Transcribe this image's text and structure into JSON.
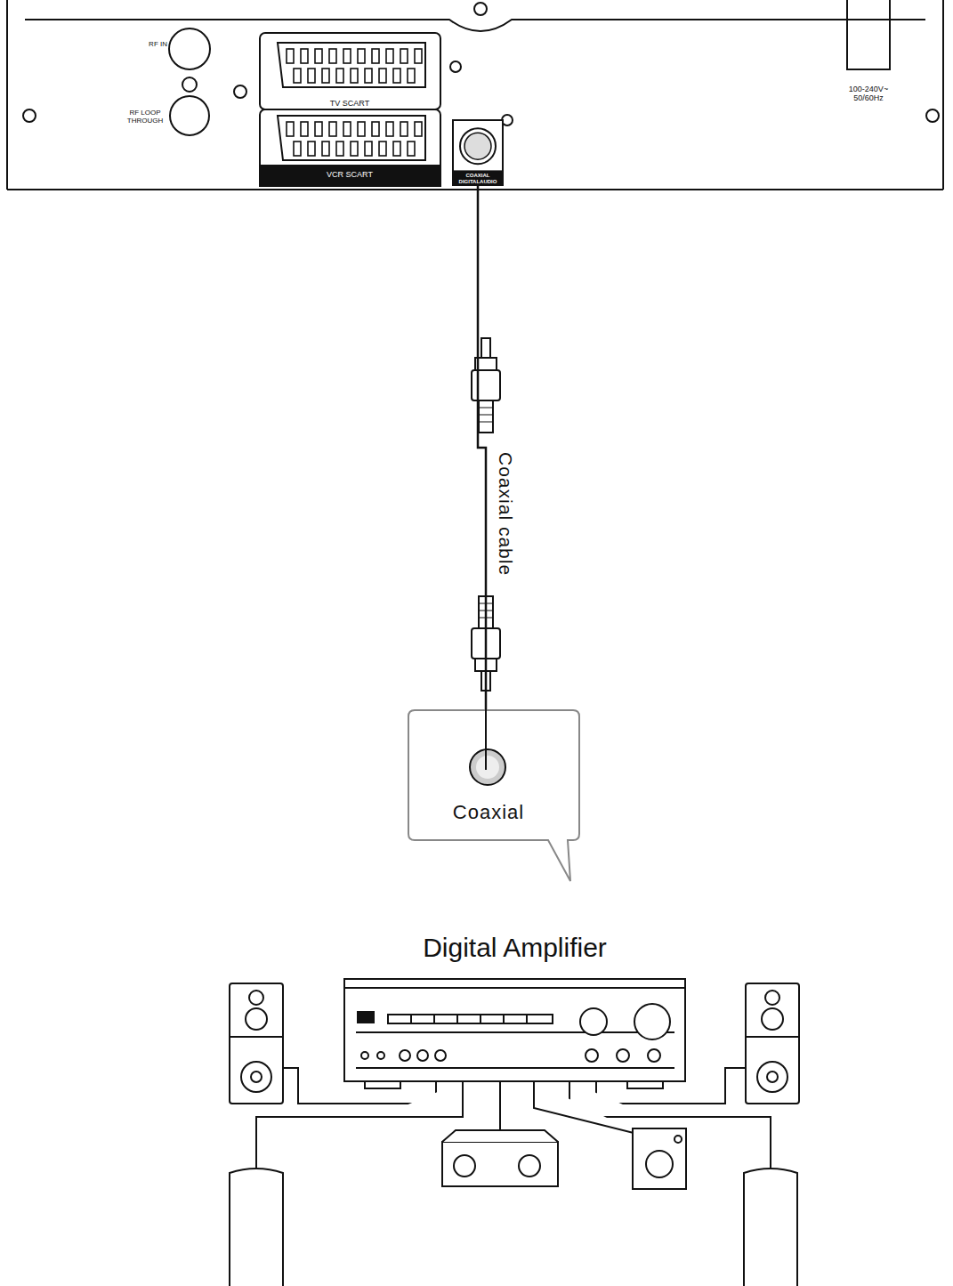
{
  "diagram": {
    "nodes": [
      {
        "text": [
          "COAXIAL DIGITALAUDIO"
        ]
      },
      {
        "text": [
          "Coaxial"
        ]
      },
      {
        "text": [
          "Digital Amplifier"
        ]
      }
    ],
    "edges": [
      {
        "from": 0,
        "to": 1,
        "arrow": "none",
        "label": "Coaxial cable"
      }
    ],
    "labels": [
      "RF IN",
      "RF LOOP THROUGH",
      "TV SCART",
      "VCR SCART",
      "100-240V~ 50/60Hz"
    ]
  }
}
